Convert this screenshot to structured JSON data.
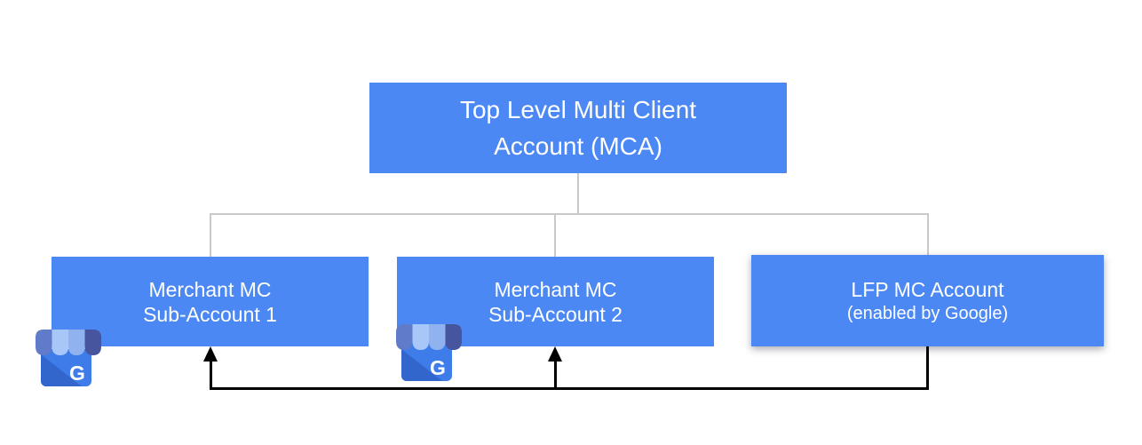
{
  "diagram": {
    "background": "#ffffff",
    "colors": {
      "node_fill": "#4c88f4",
      "node_text": "#ffffff",
      "connector": "#c9c9c9",
      "flow_line": "#000000"
    },
    "mca": {
      "line1": "Top Level Multi Client",
      "line2": "Account (MCA)"
    },
    "merchant1": {
      "line1": "Merchant MC",
      "line2": "Sub-Account 1"
    },
    "merchant2": {
      "line1": "Merchant MC",
      "line2": "Sub-Account 2"
    },
    "lfp": {
      "line1": "LFP MC Account",
      "line2": "(enabled by Google)"
    },
    "business_icon": {
      "name": "google-business-profile",
      "letter": "G"
    }
  }
}
